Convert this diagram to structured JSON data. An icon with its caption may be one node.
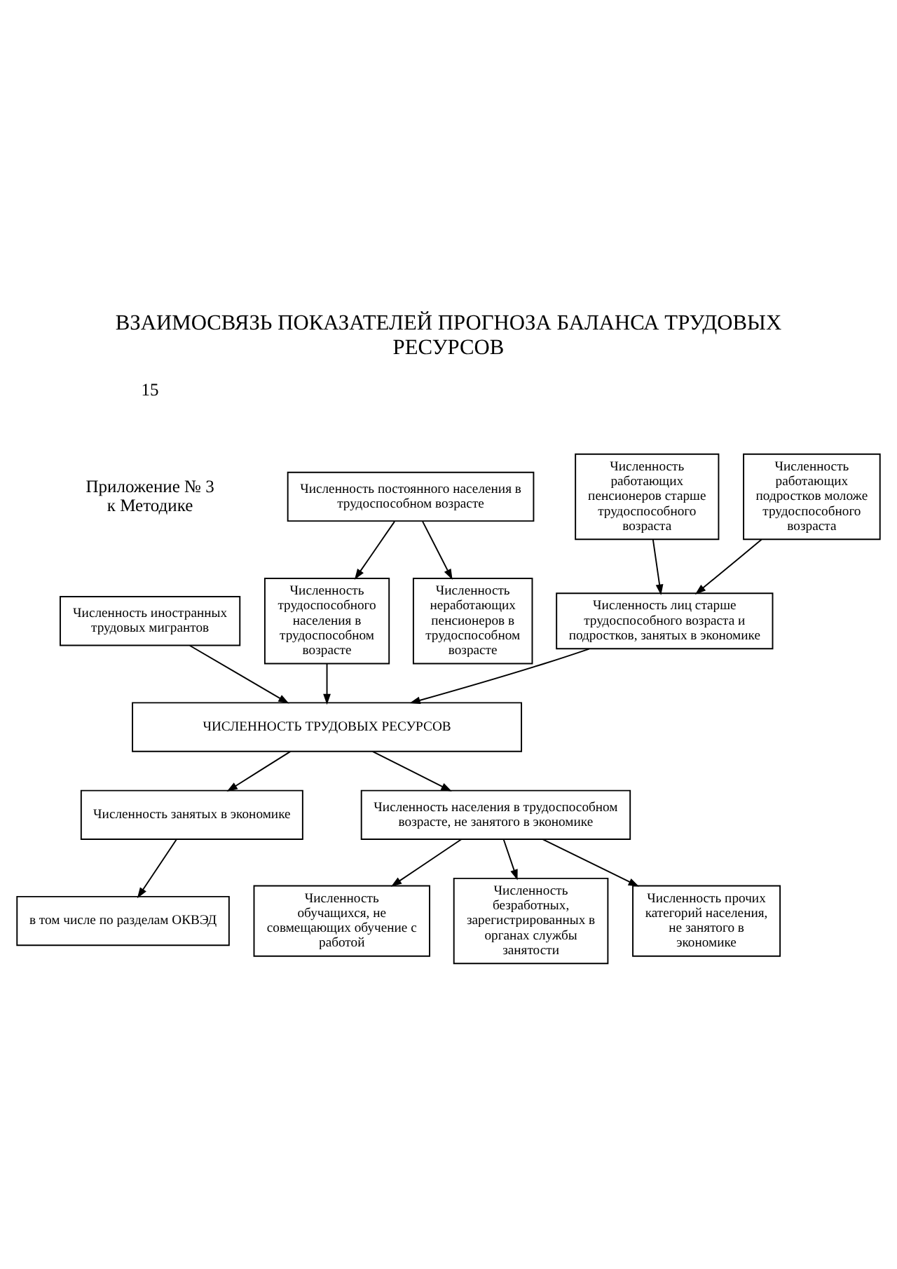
{
  "diagram": {
    "title": "ВЗАИМОСВЯЗЬ ПОКАЗАТЕЛЕЙ ПРОГНОЗА БАЛАНСА ТРУДОВЫХ РЕСУРСОВ",
    "nodes": [
      {
        "text": [
          "Численность работающих пенсионеров старше трудоспособного возраста"
        ]
      },
      {
        "text": [
          "Численность работающих подростков моложе трудоспособного возраста"
        ]
      },
      {
        "text": [
          "Численность иностранных трудовых мигрантов"
        ]
      },
      {
        "text": [
          "Численность постоянного населения в трудоспособном возрасте"
        ]
      },
      {
        "text": [
          "Численность трудоспособного населения в трудоспособном возрасте"
        ]
      },
      {
        "text": [
          "Численность неработающих пенсионеров в трудоспособном возрасте"
        ]
      },
      {
        "text": [
          "Численность лиц старше трудоспособного возраста и подростков, занятых в экономике"
        ]
      },
      {
        "text": [
          "ЧИСЛЕННОСТЬ ТРУДОВЫХ РЕСУРСОВ"
        ]
      },
      {
        "text": [
          "Численность занятых в экономике"
        ]
      },
      {
        "text": [
          "Численность населения в трудоспособном возрасте, не занятого в экономике"
        ]
      },
      {
        "text": [
          "в том числе по разделам ОКВЭД"
        ]
      },
      {
        "text": [
          "Численность обучащихся, не совмещающих обучение с работой"
        ]
      },
      {
        "text": [
          "Численность безработных, зарегистрированных в органах службы занятости"
        ]
      },
      {
        "text": [
          "Численность прочих категорий населения, не занятого в экономике"
        ]
      }
    ],
    "edges": [
      {
        "from": 0,
        "to": 6,
        "arrow": "to"
      },
      {
        "from": 1,
        "to": 6,
        "arrow": "to"
      },
      {
        "from": 3,
        "to": 4,
        "arrow": "to"
      },
      {
        "from": 3,
        "to": 5,
        "arrow": "to"
      },
      {
        "from": 6,
        "to": 7,
        "arrow": "to"
      },
      {
        "from": 2,
        "to": 7,
        "arrow": "to"
      },
      {
        "from": 4,
        "to": 7,
        "arrow": "to"
      },
      {
        "from": 7,
        "to": 8,
        "arrow": "to"
      },
      {
        "from": 7,
        "to": 9,
        "arrow": "to"
      },
      {
        "from": 8,
        "to": 10,
        "arrow": "to"
      },
      {
        "from": 9,
        "to": 11,
        "arrow": "to"
      },
      {
        "from": 9,
        "to": 12,
        "arrow": "to"
      },
      {
        "from": 9,
        "to": 13,
        "arrow": "to"
      }
    ],
    "labels": [
      "15",
      "Приложение № 3 к Методике"
    ]
  }
}
